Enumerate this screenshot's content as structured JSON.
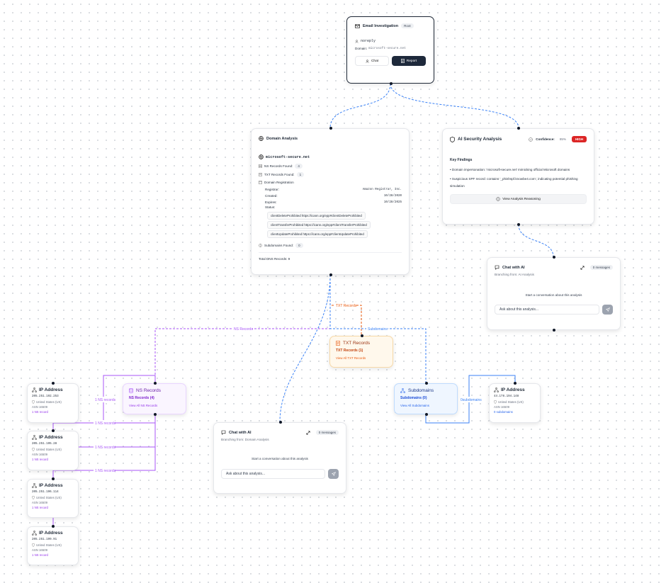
{
  "root": {
    "title": "Email Investigation",
    "badge": "Root",
    "user": "noreply",
    "domain_label": "Domain:",
    "domain_value": "microsoft-secure.net",
    "chat_label": "Chat",
    "report_label": "Report"
  },
  "domain_analysis": {
    "title": "Domain Analysis",
    "domain": "microsoft-secure.net",
    "ns_label": "NS Records Found:",
    "ns_count": "4",
    "txt_label": "TXT Records Found:",
    "txt_count": "1",
    "registration_label": "Domain Registration",
    "registrar_label": "Registrar:",
    "registrar_value": "Amazon Registrar, Inc.",
    "created_label": "Created:",
    "created_value": "10/28/2020",
    "expires_label": "Expires:",
    "expires_value": "10/28/2025",
    "status_label": "Status:",
    "statuses": [
      "clientDeleteProhibited https://icann.org/epp#clientDeleteProhibited",
      "clientTransferProhibited https://icann.org/epp#clientTransferProhibited",
      "clientUpdateProhibited https://icann.org/epp#clientUpdateProhibited"
    ],
    "subdomains_label": "Subdomains Found:",
    "subdomains_count": "0",
    "total_label": "Total DNS Records: 9"
  },
  "ai_analysis": {
    "title": "AI Security Analysis",
    "confidence_label": "Confidence:",
    "confidence_value": "85%",
    "severity": "HIGH",
    "findings_title": "Key Findings",
    "findings": [
      "• Domain impersonation: 'microsoft-secure.net' mimicking official Microsoft domains",
      "• Suspicious SPF record: contains '_phishspf.knowbe4.com', indicating potential phishing simulation"
    ],
    "reasoning_label": "View Analysis Reasoning"
  },
  "chat_ai_right": {
    "title": "Chat with AI",
    "messages": "0 messages",
    "branch": "Branching from: AI Analysis",
    "empty": "Start a conversation about this analysis",
    "placeholder": "Ask about this analysis..."
  },
  "chat_domain": {
    "title": "Chat with AI",
    "messages": "0 messages",
    "branch": "Branching from: Domain Analysis",
    "empty": "Start a conversation about this analysis",
    "placeholder": "Ask about this analysis..."
  },
  "txt_records": {
    "title": "TXT Records",
    "subtitle": "TXT Records (1)",
    "link": "View All TXT Records"
  },
  "ns_records": {
    "title": "NS Records",
    "subtitle": "NS Records (4)",
    "link": "View All NS Records"
  },
  "subdomains": {
    "title": "Subdomains",
    "subtitle": "Subdomains (0)",
    "link": "View All Subdomains"
  },
  "ip_nodes": [
    {
      "title": "IP Address",
      "ip": "205.251.192.253",
      "country": "United States (US)",
      "asn": "ASN 16509",
      "link": "1 NS record"
    },
    {
      "title": "IP Address",
      "ip": "205.251.195.28",
      "country": "United States (US)",
      "asn": "ASN 16509",
      "link": "1 NS record"
    },
    {
      "title": "IP Address",
      "ip": "205.251.196.114",
      "country": "United States (US)",
      "asn": "ASN 16509",
      "link": "1 NS record"
    },
    {
      "title": "IP Address",
      "ip": "205.251.199.91",
      "country": "United States (US)",
      "asn": "ASN 16509",
      "link": "1 NS record"
    },
    {
      "title": "IP Address",
      "ip": "44.176.194.148",
      "country": "United States (US)",
      "asn": "ASN 16509",
      "link": "0 subdomains"
    }
  ],
  "edge_labels": {
    "ns_records": "NS Records",
    "txt_records": "TXT Records",
    "subdomains": "Subdomains",
    "one_ns": "1 NS records",
    "subdomains_edge": "0subdomains"
  },
  "colors": {
    "purple": "#a855f7",
    "orange": "#ea580c",
    "blue": "#3b82f6",
    "navy": "#1e293b",
    "high": "#dc2626"
  }
}
